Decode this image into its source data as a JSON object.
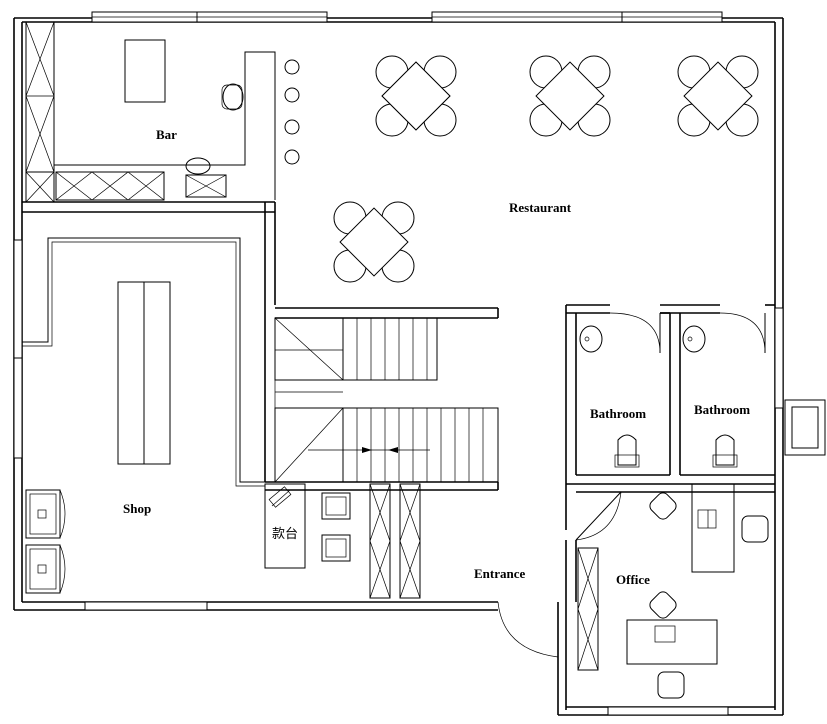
{
  "rooms": {
    "bar": "Bar",
    "restaurant": "Restaurant",
    "shop": "Shop",
    "bathroom_left": "Bathroom",
    "bathroom_right": "Bathroom",
    "entrance": "Entrance",
    "office": "Office",
    "counter": "款台"
  }
}
